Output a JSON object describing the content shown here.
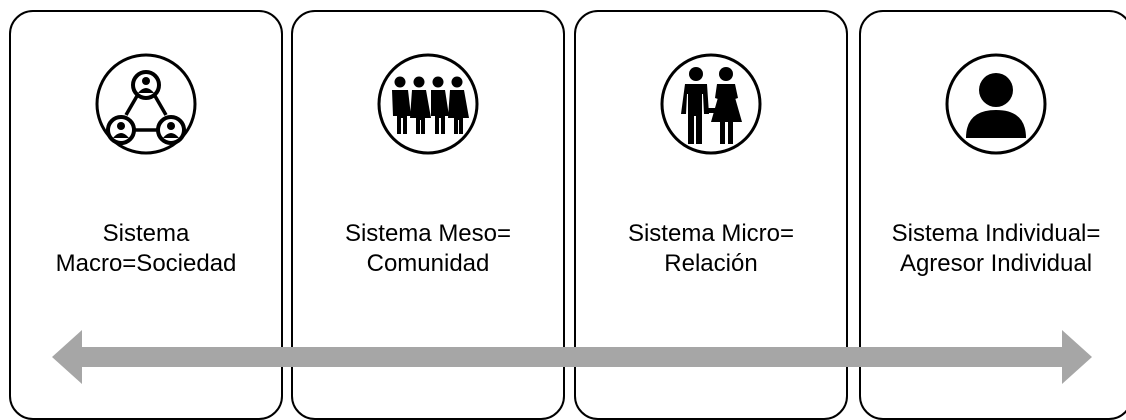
{
  "colors": {
    "arrow": "#a6a6a6",
    "stroke": "#000000",
    "background": "#ffffff"
  },
  "panels": [
    {
      "label": "Sistema\nMacro=Sociedad",
      "icon": "network-people-icon"
    },
    {
      "label": "Sistema Meso=\nComunidad",
      "icon": "community-icon"
    },
    {
      "label": "Sistema Micro=\nRelación",
      "icon": "couple-icon"
    },
    {
      "label": "Sistema Individual=\nAgresor Individual",
      "icon": "person-icon"
    }
  ]
}
